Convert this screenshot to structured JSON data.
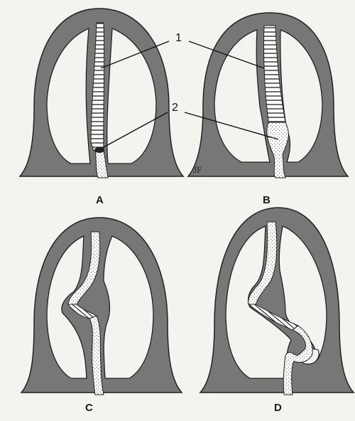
{
  "diagram": {
    "panels": [
      {
        "label": "A"
      },
      {
        "label": "B"
      },
      {
        "label": "C"
      },
      {
        "label": "D"
      }
    ],
    "callouts": [
      {
        "number": "1"
      },
      {
        "number": "2"
      }
    ],
    "artist_initials": "JF"
  },
  "colors": {
    "wall": "#777777",
    "wall_edge": "#222222",
    "background": "#f4f3ef",
    "septum_fill": "#ffffff",
    "stipple": "#333333"
  }
}
